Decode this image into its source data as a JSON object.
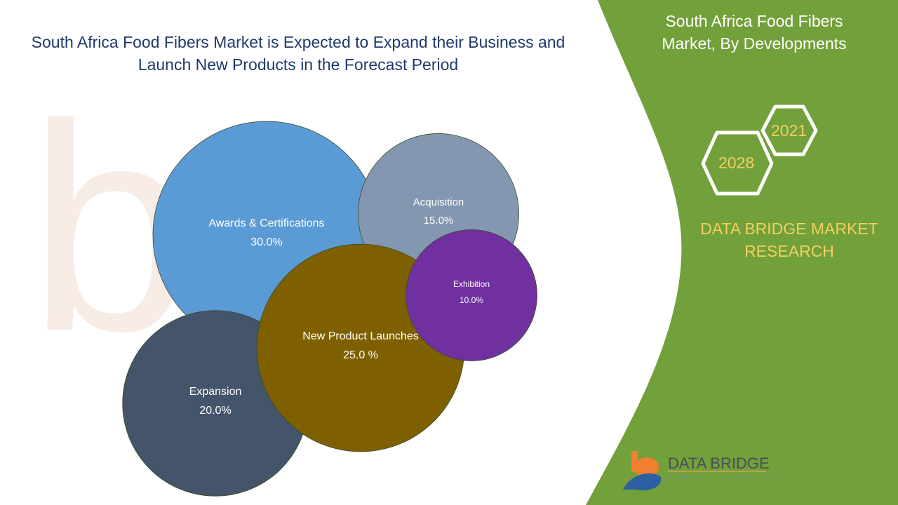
{
  "header": {
    "title_line1": "South Africa Food Fibers Market is Expected to Expand their Business and",
    "title_line2": "Launch New Products in the Forecast Period"
  },
  "side_panel": {
    "title_line1": "South Africa Food Fibers",
    "title_line2": "Market, By Developments",
    "year_start": "2021",
    "year_end": "2028",
    "brand_line1": "DATA BRIDGE MARKET",
    "brand_line2": "RESEARCH",
    "logo_name": "DATA BRIDGE",
    "logo_sub": "MARKET RESEARCH",
    "panel_color": "#72A03A",
    "accent_color": "#F2D060"
  },
  "chart_data": {
    "type": "bubble",
    "title": "South Africa Food Fibers Market, By Developments",
    "series": [
      {
        "name": "Awards & Certifications",
        "value": 30.0,
        "label": "30.0%",
        "color": "#5B9BD5"
      },
      {
        "name": "Acquisition",
        "value": 15.0,
        "label": "15.0%",
        "color": "#8497B0"
      },
      {
        "name": "Expansion",
        "value": 20.0,
        "label": "20.0%",
        "color": "#44546A"
      },
      {
        "name": "New Product Launches",
        "value": 25.0,
        "label": "25.0 %",
        "color": "#7F6000"
      },
      {
        "name": "Exhibition",
        "value": 10.0,
        "label": "10.0%",
        "color": "#7030A0"
      }
    ]
  }
}
